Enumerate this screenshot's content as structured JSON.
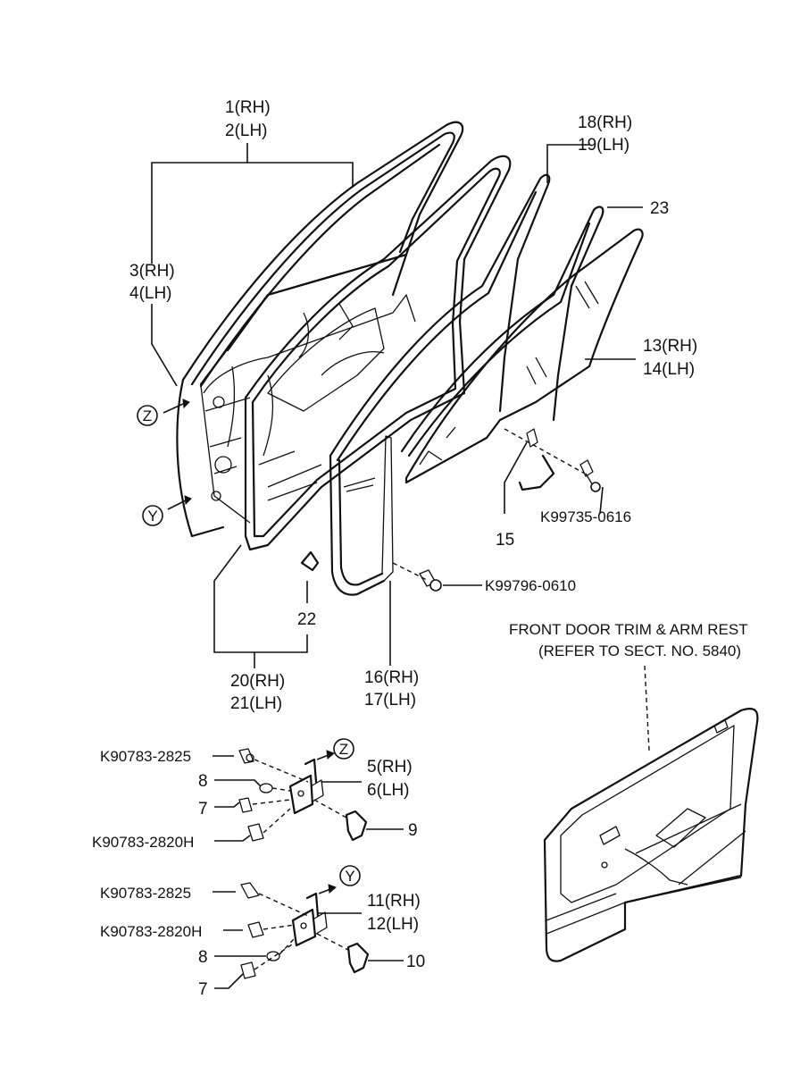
{
  "labels": {
    "p1": "1(RH)",
    "p2": "2(LH)",
    "p3": "3(RH)",
    "p4": "4(LH)",
    "p18": "18(RH)",
    "p19": "19(LH)",
    "p23": "23",
    "p13": "13(RH)",
    "p14": "14(LH)",
    "k99735": "K99735-0616",
    "p15": "15",
    "k99796": "K99796-0610",
    "p22": "22",
    "p20": "20(RH)",
    "p21": "21(LH)",
    "p16": "16(RH)",
    "p17": "17(LH)",
    "trim_line1": "FRONT DOOR TRIM & ARM REST",
    "trim_line2": "(REFER TO SECT. NO. 5840)",
    "k2825a": "K90783-2825",
    "p8a": "8",
    "p7a": "7",
    "k2820a": "K90783-2820H",
    "p5": "5(RH)",
    "p6": "6(LH)",
    "p9": "9",
    "k2825b": "K90783-2825",
    "k2820b": "K90783-2820H",
    "p8b": "8",
    "p7b": "7",
    "p11": "11(RH)",
    "p12": "12(LH)",
    "p10": "10",
    "markerZ": "Z",
    "markerY": "Y",
    "markerZ2": "Z",
    "markerY2": "Y"
  }
}
